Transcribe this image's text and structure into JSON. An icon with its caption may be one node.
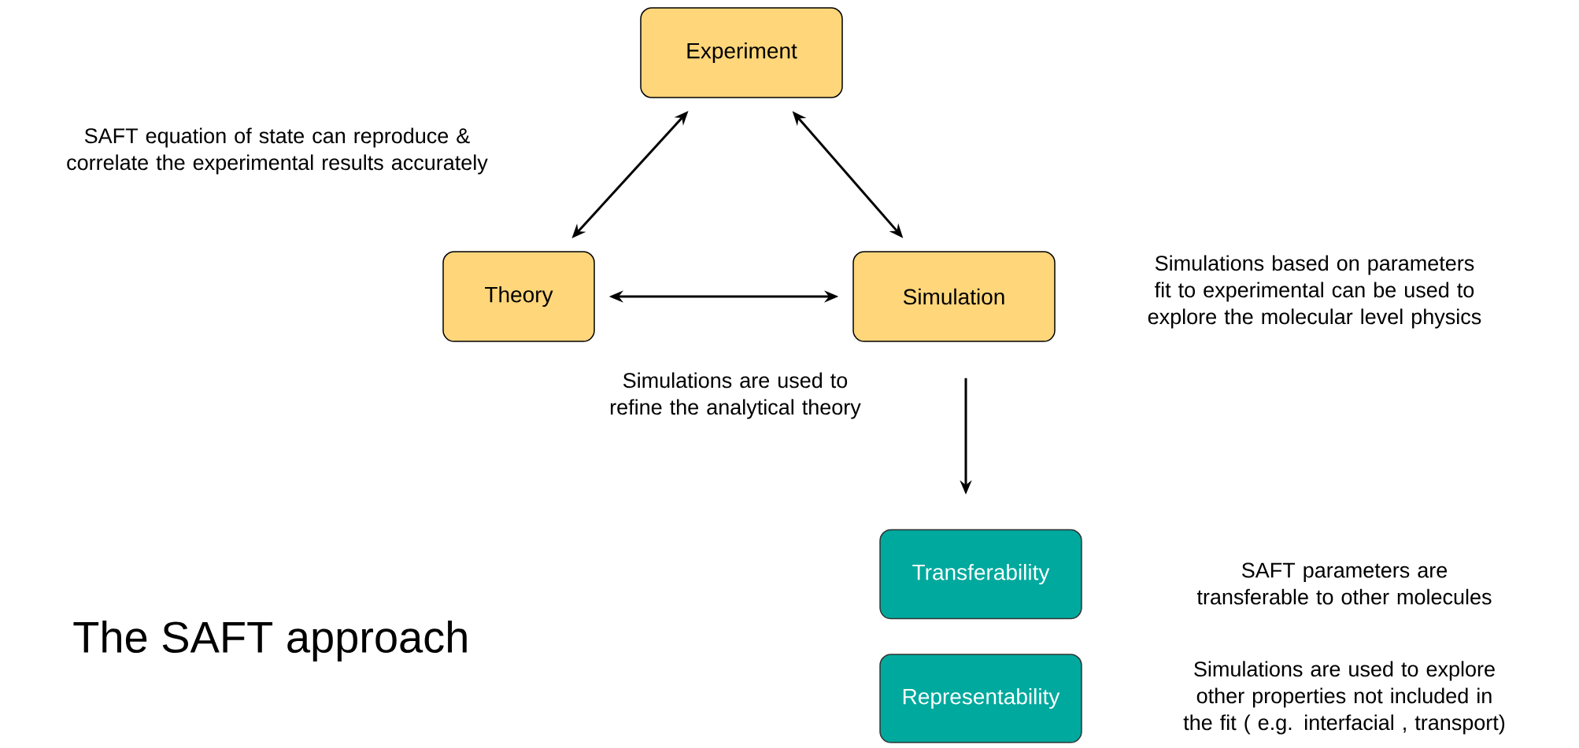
{
  "diagram": {
    "title": "The SAFT approach",
    "nodes": [
      {
        "text": [
          "Experiment"
        ]
      },
      {
        "text": [
          "Theory"
        ]
      },
      {
        "text": [
          "Simulation"
        ]
      },
      {
        "text": [
          "Transferability"
        ]
      },
      {
        "text": [
          "Representability"
        ]
      }
    ],
    "edges": [
      {
        "from": 1,
        "to": 0,
        "arrow": "both"
      },
      {
        "from": 0,
        "to": 2,
        "arrow": "both"
      },
      {
        "from": 1,
        "to": 2,
        "arrow": "both"
      },
      {
        "from": 2,
        "to": 3,
        "arrow": "to"
      }
    ],
    "labels": [
      "SAFT equation of state can reproduce & correlate the experimental results accurately",
      "Simulations based on parameters fit to experimental can be used to explore the molecular level physics",
      "Simulations are used to refine the analytical theory",
      "SAFT parameters are transferable to other molecules",
      "Simulations are used to explore other properties not included in the fit ( e.g. interfacial , transport)"
    ]
  }
}
